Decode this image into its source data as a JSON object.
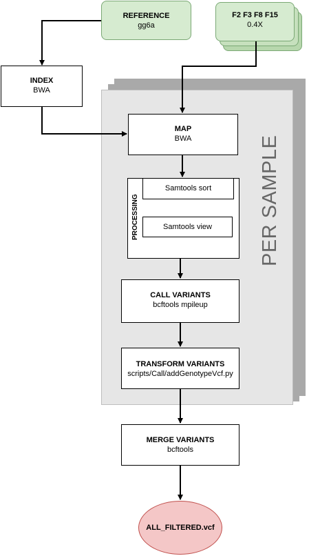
{
  "nodes": {
    "reference": {
      "title": "REFERENCE",
      "subtitle": "gg6a"
    },
    "samples": {
      "title": "F2 F3 F8 F15",
      "subtitle": "0.4X"
    },
    "index": {
      "title": "INDEX",
      "subtitle": "BWA"
    },
    "map": {
      "title": "MAP",
      "subtitle": "BWA"
    },
    "processing": {
      "label": "PROCESSING",
      "sort": "Samtools sort",
      "view": "Samtools view"
    },
    "call_variants": {
      "title": "CALL VARIANTS",
      "subtitle": "bcftools mpileup"
    },
    "transform_variants": {
      "title": "TRANSFORM VARIANTS",
      "subtitle": "scripts/Call/addGenotypeVcf.py"
    },
    "merge_variants": {
      "title": "MERGE VARIANTS",
      "subtitle": "bcftools"
    },
    "output": {
      "title": "ALL_FILTERED.vcf"
    }
  },
  "group": {
    "label": "PER SAMPLE"
  },
  "colors": {
    "green_fill": "#d6ebd0",
    "green_border": "#7aa874",
    "group_fill": "#e6e6e6",
    "shadow": "#a9a9a9",
    "output_fill": "#f4c7c7",
    "output_border": "#c0504d",
    "label_gray": "#666666"
  },
  "edges": [
    [
      "reference",
      "index"
    ],
    [
      "samples",
      "map"
    ],
    [
      "index",
      "map"
    ],
    [
      "map",
      "processing"
    ],
    [
      "processing",
      "call_variants"
    ],
    [
      "call_variants",
      "transform_variants"
    ],
    [
      "transform_variants",
      "merge_variants"
    ],
    [
      "merge_variants",
      "output"
    ]
  ]
}
